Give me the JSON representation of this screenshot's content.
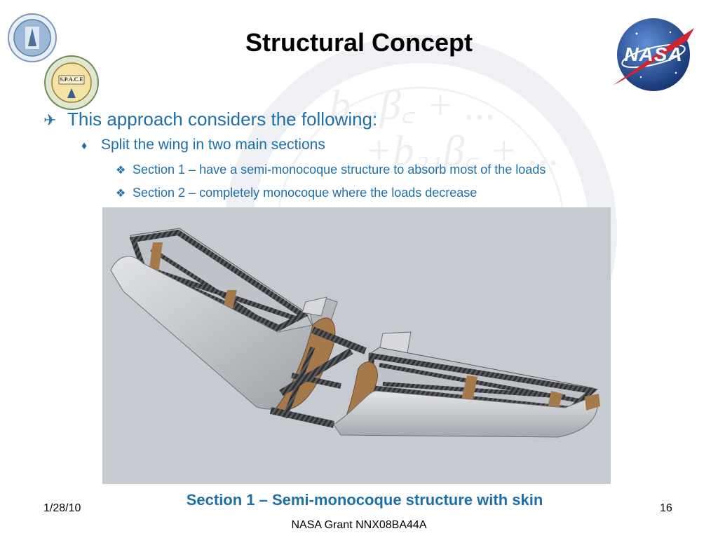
{
  "slide": {
    "title": "Structural Concept",
    "bullets": {
      "level1": "This approach considers the following:",
      "level2": "Split the wing in two main sections",
      "level3": [
        "Section 1 – have a semi-monocoque structure to absorb most of the loads",
        "Section 2 – completely monocoque where the loads decrease"
      ]
    },
    "caption": "Section 1 – Semi-monocoque structure with skin"
  },
  "logos": {
    "space_logo_text": "S.P.A.C.E",
    "nasa_logo_text": "NASA"
  },
  "footer": {
    "date": "1/28/10",
    "page": "16",
    "grant": "NASA Grant NNX08BA44A"
  },
  "colors": {
    "accent": "#1d6fa8",
    "figure_bg": "#c6cbd2",
    "skin": "#d4d6d9",
    "truss": "#2f3033",
    "spar": "#a6794b"
  },
  "icons": {
    "level1_bullet": "airplane-icon",
    "level2_bullet": "diamond-icon",
    "level3_bullet": "four-diamond-icon"
  }
}
